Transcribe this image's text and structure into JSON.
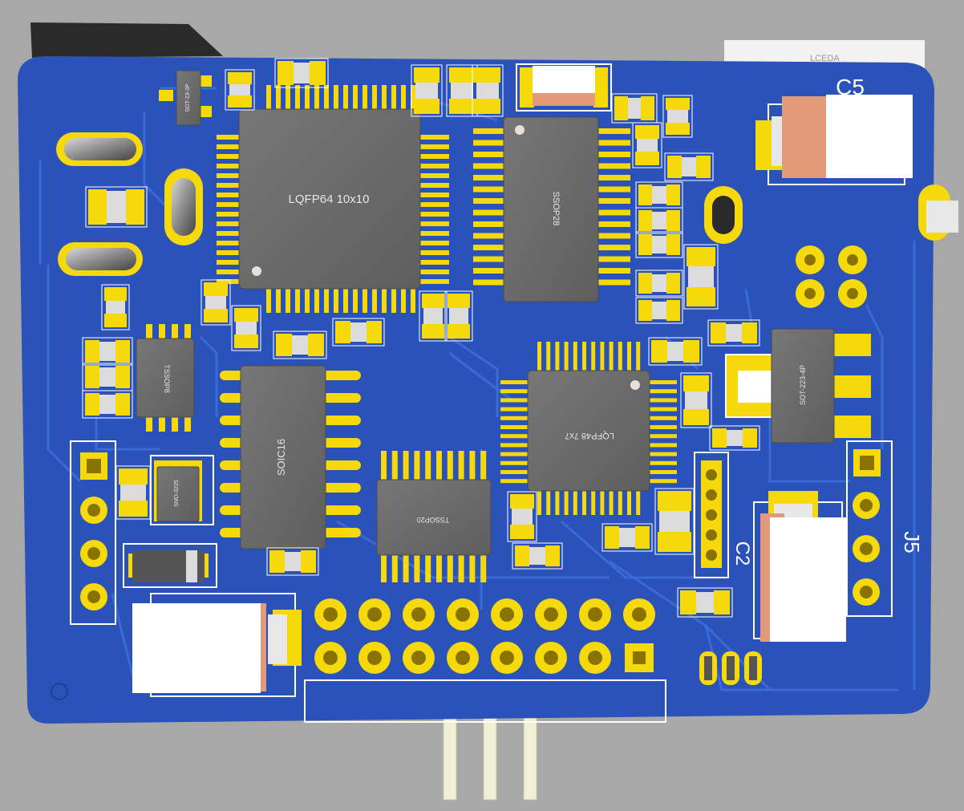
{
  "colors": {
    "background": "#a8a8a8",
    "board": "#2b52b8",
    "copper_trace": "#3463d0",
    "pad": "#f5d90a",
    "chip_body": "#6a6a6a",
    "silkscreen": "#ffffff",
    "connector_body": "#ffffff",
    "connector_accent": "#e39a78"
  },
  "components": {
    "lqfp64": "LQFP64 10x10",
    "ssop28": "SSOP28",
    "lqfp48": "LQFP48 7x7",
    "soic16": "SOIC16",
    "tssop20": "TSSOP20",
    "tssop8": "TSSOP8",
    "smd3225": "SMD-3225",
    "sot23": "SOT-23-3P",
    "sot223": "SOT-223-4P"
  },
  "silkscreen": {
    "c5": "C5",
    "j5": "J5",
    "c2": "C2",
    "lceda": "LCEDA"
  }
}
